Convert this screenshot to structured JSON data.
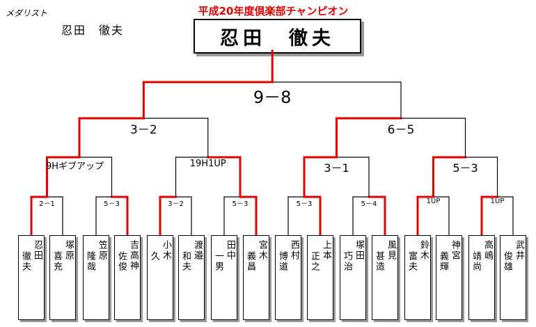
{
  "header": {
    "medalist_label": "メダリスト",
    "medalist_name": "忍田　徹夫",
    "title": "平成20年度倶楽部チャンピオン",
    "champion": "忍田　徹夫"
  },
  "colors": {
    "win": "#e00000",
    "lose": "#000000"
  },
  "players": [
    {
      "surname": "忍田",
      "given": "徹夫"
    },
    {
      "surname": "塚原",
      "given": "喜充"
    },
    {
      "surname": "笠原",
      "given": "隆哉"
    },
    {
      "surname": "吉高神",
      "given": "佐俊"
    },
    {
      "surname": "小木",
      "given": "久"
    },
    {
      "surname": "渡邉",
      "given": "和夫"
    },
    {
      "surname": "田中",
      "given": "一男"
    },
    {
      "surname": "宮木",
      "given": "義昌"
    },
    {
      "surname": "西村",
      "given": "博道"
    },
    {
      "surname": "上本",
      "given": "正之"
    },
    {
      "surname": "塚田",
      "given": "巧治"
    },
    {
      "surname": "風見",
      "given": "甚造"
    },
    {
      "surname": "鈴木",
      "given": "富夫"
    },
    {
      "surname": "神宮",
      "given": "義輝"
    },
    {
      "surname": "高嶋",
      "given": "靖尚"
    },
    {
      "surname": "武井",
      "given": "俊雄"
    }
  ],
  "scores": {
    "r1": [
      "2－1",
      "5－3",
      "3－2",
      "5－3",
      "5－3",
      "5－4",
      "1UP",
      "1UP"
    ],
    "qf": [
      "9Hギブアップ",
      "19H1UP",
      "3－1",
      "5－3"
    ],
    "sf": [
      "3－2",
      "6－5"
    ],
    "final": "9－8"
  },
  "winners": {
    "r1": [
      0,
      1,
      0,
      1,
      1,
      1,
      0,
      0
    ],
    "qf": [
      0,
      1,
      0,
      0
    ],
    "sf": [
      0,
      0
    ],
    "final": 0
  }
}
